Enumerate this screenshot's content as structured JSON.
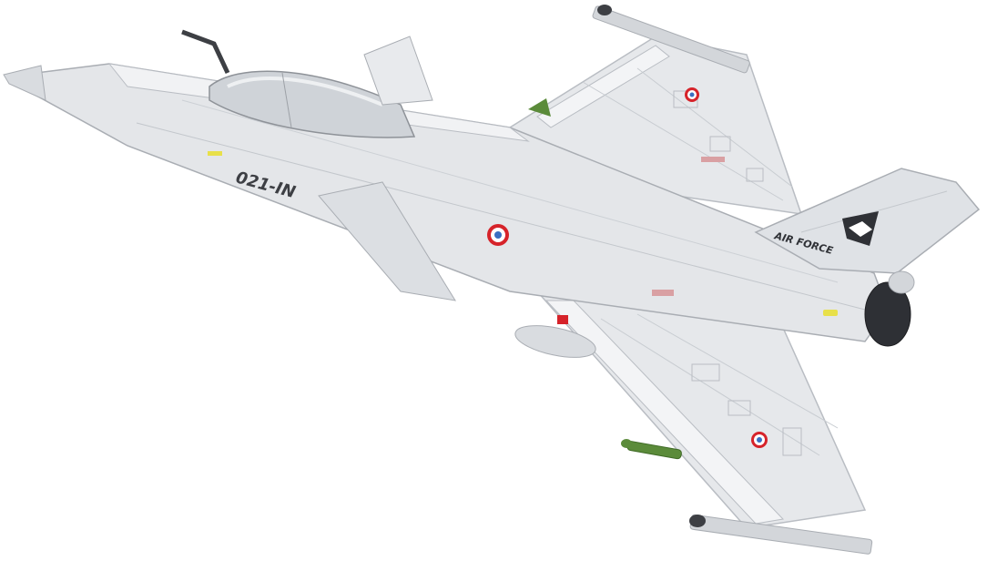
{
  "photo": {
    "subject": "brick-built delta-wing fighter jet model",
    "background_color": "#ffffff"
  },
  "markings": {
    "serial_number": "021-IN",
    "tail_text": "AIR FORCE",
    "roundel_colors": {
      "outer": "#d6232a",
      "middle": "#ffffff",
      "inner": "#3a6fc2"
    }
  },
  "colors": {
    "body": "#e4e6e9",
    "body_light": "#f1f2f4",
    "panel_line": "#b9bdc3",
    "dark_detail": "#3d3f44",
    "canopy": "#cfd3d8",
    "missile_green": "#5b8b3a",
    "accent_red": "#d6232a",
    "accent_yellow": "#e8e04a"
  }
}
